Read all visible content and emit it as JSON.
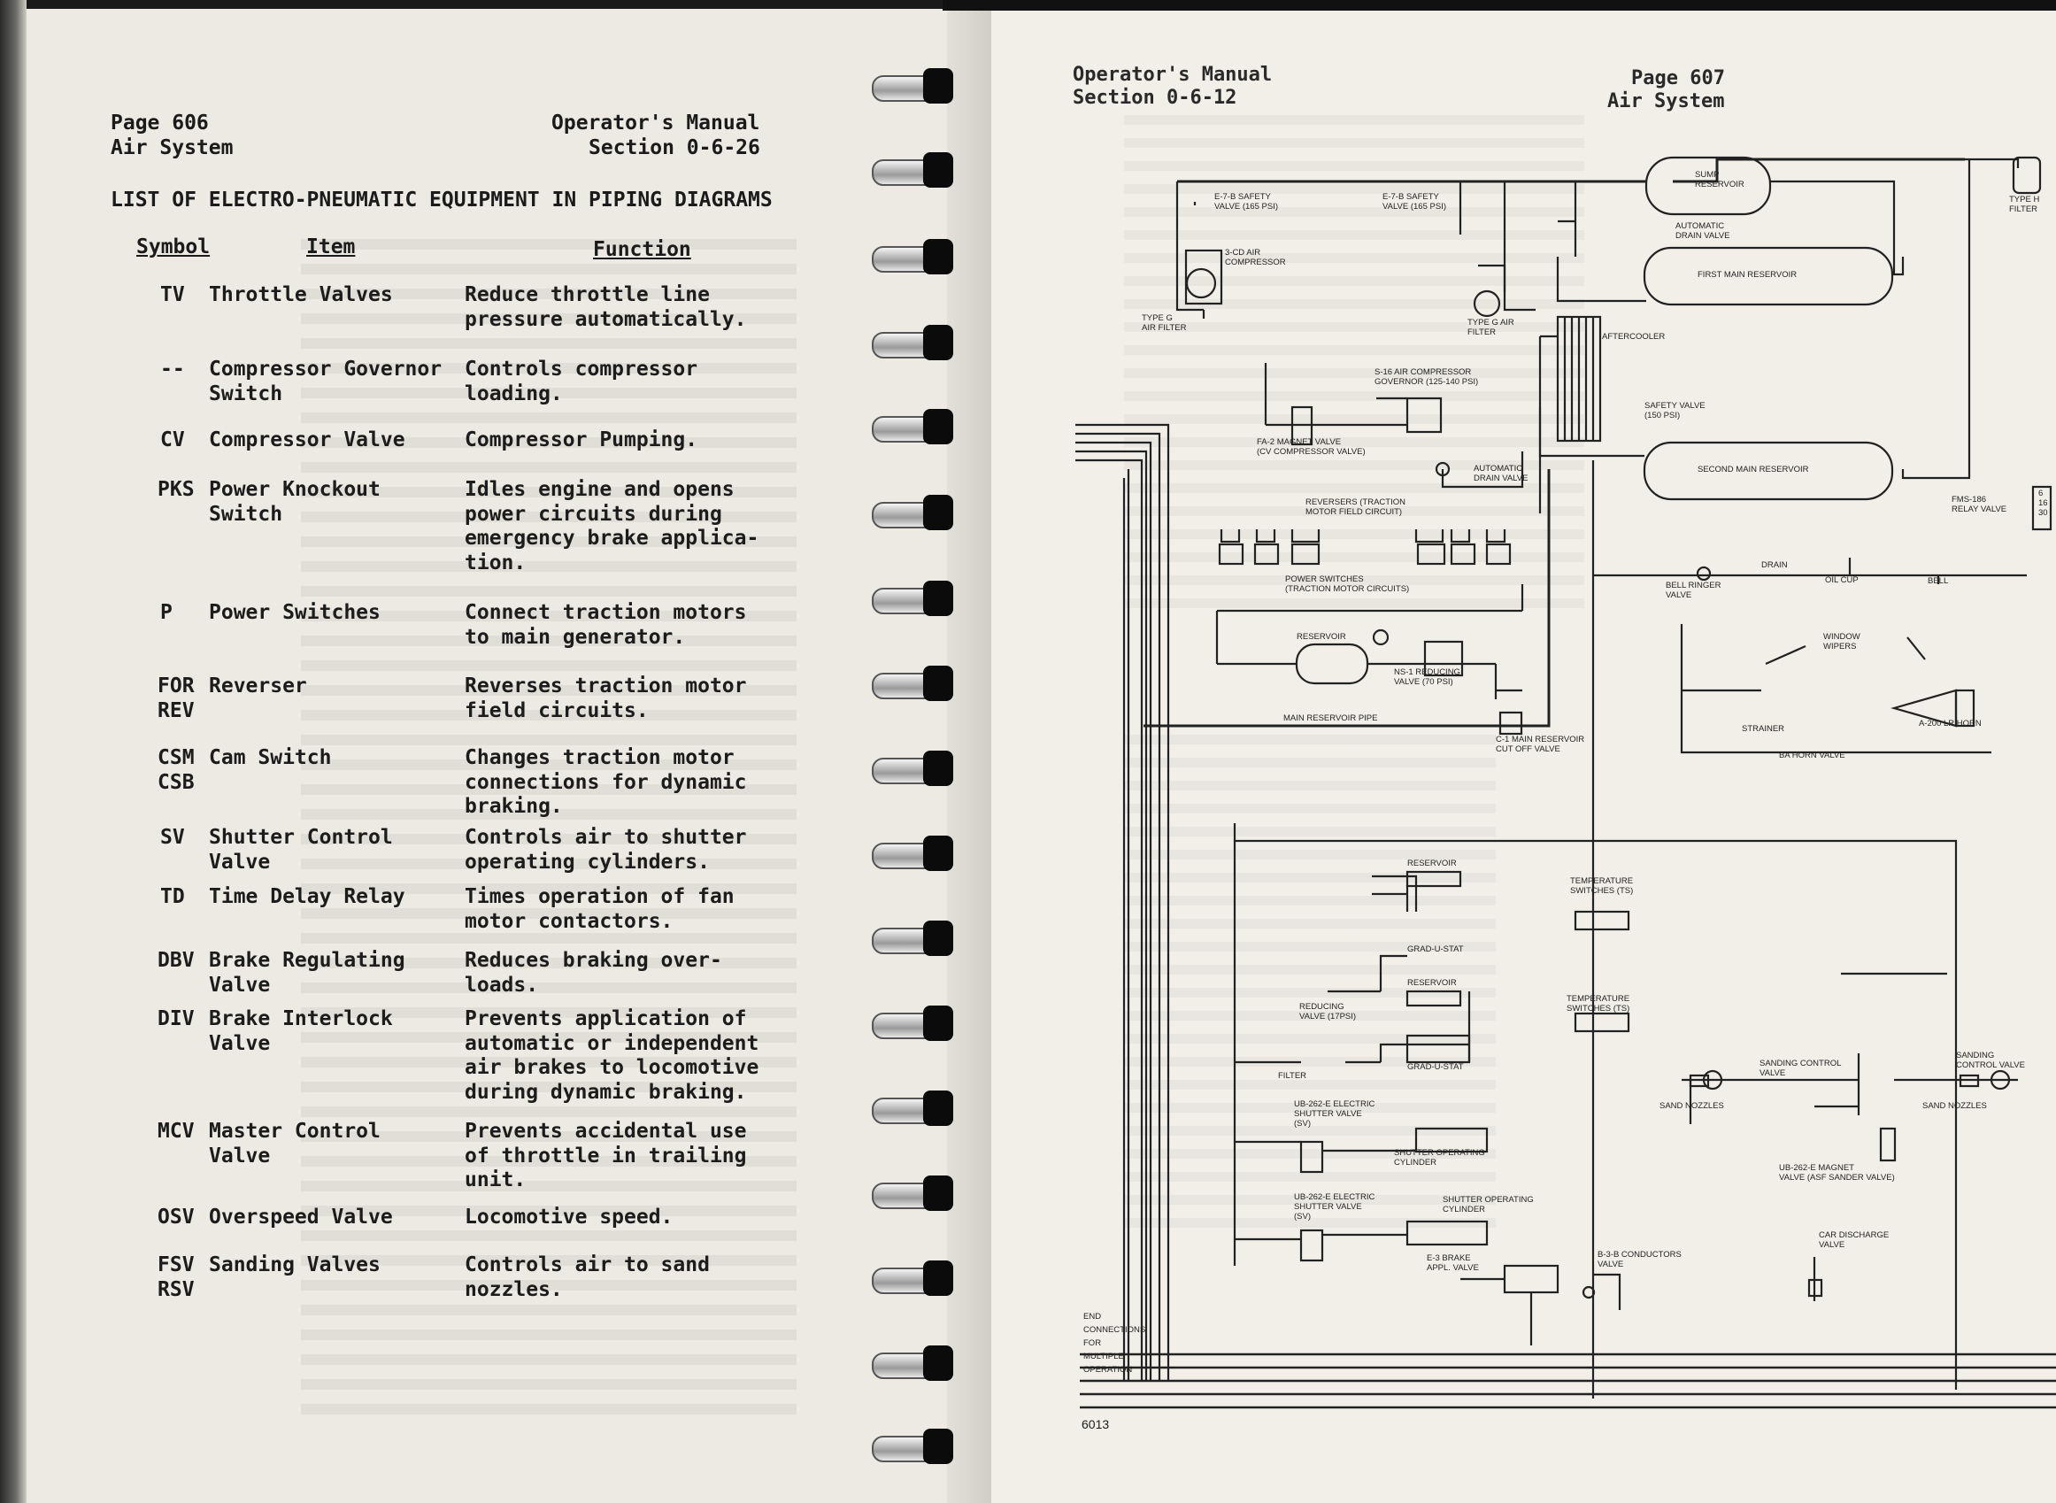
{
  "left_page": {
    "page_label": "Page 606",
    "section_label": "Air System",
    "manual_label": "Operator's Manual",
    "section_number": "Section 0-6-26",
    "list_title": "LIST OF ELECTRO-PNEUMATIC EQUIPMENT IN PIPING DIAGRAMS",
    "col_symbol": "Symbol",
    "col_item": "Item",
    "col_function": "Function",
    "rows": [
      {
        "symbol": "TV",
        "item": "Throttle Valves",
        "func": "Reduce throttle line\npressure automatically."
      },
      {
        "symbol": "--",
        "item": "Compressor Governor\nSwitch",
        "func": "Controls compressor\nloading."
      },
      {
        "symbol": "CV",
        "item": "Compressor Valve",
        "func": "Compressor Pumping."
      },
      {
        "symbol": "PKS",
        "item": "Power Knockout\nSwitch",
        "func": "Idles engine and opens\npower circuits during\nemergency brake applica-\ntion."
      },
      {
        "symbol": "P",
        "item": "Power Switches",
        "func": "Connect traction motors\nto main generator."
      },
      {
        "symbol": "FOR\nREV",
        "item": "Reverser",
        "func": "Reverses traction motor\nfield circuits."
      },
      {
        "symbol": "CSM\nCSB",
        "item": "Cam Switch",
        "func": "Changes traction motor\nconnections for dynamic\nbraking."
      },
      {
        "symbol": "SV",
        "item": "Shutter Control\nValve",
        "func": "Controls air to shutter\noperating cylinders."
      },
      {
        "symbol": "TD",
        "item": "Time Delay Relay",
        "func": "Times operation of fan\nmotor contactors."
      },
      {
        "symbol": "DBV",
        "item": "Brake Regulating\nValve",
        "func": "Reduces braking over-\nloads."
      },
      {
        "symbol": "DIV",
        "item": "Brake Interlock\nValve",
        "func": "Prevents application of\nautomatic or independent\nair brakes to locomotive\nduring dynamic braking."
      },
      {
        "symbol": "MCV",
        "item": "Master Control\nValve",
        "func": "Prevents accidental use\nof throttle in trailing\nunit."
      },
      {
        "symbol": "OSV",
        "item": "Overspeed Valve",
        "func": "Locomotive speed."
      },
      {
        "symbol": "FSV\nRSV",
        "item": "Sanding Valves",
        "func": "Controls air to sand\nnozzles."
      }
    ]
  },
  "right_page": {
    "manual_label": "Operator's Manual",
    "section_number": "Section 0-6-12",
    "page_label": "Page 607",
    "section_label": "Air System",
    "footer_code": "6013",
    "labels": {
      "safety1": "E-7-B SAFETY\nVALVE (165 PSI)",
      "safety2": "E-7-B SAFETY\nVALVE (165 PSI)",
      "compressor": "3-CD AIR\nCOMPRESSOR",
      "filter_left": "TYPE G\nAIR FILTER",
      "filter_right": "TYPE G AIR\nFILTER",
      "sump": "SUMP\nRESERVOIR",
      "auto_drain_top": "AUTOMATIC\nDRAIN VALVE",
      "first_res": "FIRST   MAIN  RESERVOIR",
      "aftercooler": "AFTERCOOLER",
      "governor": "S-16 AIR COMPRESSOR\nGOVERNOR  (125-140 PSI)",
      "safety150": "SAFETY VALVE\n(150 PSI)",
      "magnet_valve": "FA-2  MAGNET VALVE\n(CV COMPRESSOR  VALVE)",
      "auto_drain": "AUTOMATIC\nDRAIN VALVE",
      "second_res": "SECOND  MAIN  RESERVOIR",
      "type_h": "TYPE H\nFILTER",
      "relay": "FMS-186\nRELAY VALVE",
      "relay_nums": "6\n16\n30",
      "reversers": "REVERSERS (TRACTION\nMOTOR FIELD CIRCUIT)",
      "power_switches": "POWER  SWITCHES\n(TRACTION MOTOR CIRCUITS)",
      "drain": "DRAIN",
      "bell_ringer": "BELL RINGER\nVALVE",
      "oil_cup": "OIL CUP",
      "bell": "BELL",
      "reservoir1": "RESERVOIR",
      "ns1": "NS-1 REDUCING\nVALVE (70 PSI)",
      "window_wipers": "WINDOW\nWIPERS",
      "main_res_pipe": "MAIN RESERVOIR PIPE",
      "cutoff": "C-1  MAIN RESERVOIR\nCUT OFF VALVE",
      "strainer": "STRAINER",
      "ba_horn": "BA HORN VALVE",
      "horn": "A-200 LR HORN",
      "reservoir2": "RESERVOIR",
      "temp1": "TEMPERATURE\nSWITCHES (TS)",
      "grad1": "GRAD-U-STAT",
      "reservoir3": "RESERVOIR",
      "reducing": "REDUCING\nVALVE (17PSI)",
      "temp2": "TEMPERATURE\nSWITCHES (TS)",
      "filter": "FILTER",
      "grad2": "GRAD-U-STAT",
      "sanding_ctrl": "SANDING  CONTROL\nVALVE",
      "sanding_ctrl2": "SANDING\nCONTROL VALVE",
      "sand_l": "SAND  NOZZLES",
      "sand_r": "SAND  NOZZLES",
      "ub_shutter1": "UB-262-E  ELECTRIC\nSHUTTER  VALVE\n(SV)",
      "shutter_cyl1": "SHUTTER OPERATING\nCYLINDER",
      "ub_magnet": "UB-262-E  MAGNET\nVALVE (ASF SANDER VALVE)",
      "ub_shutter2": "UB-262-E  ELECTRIC\nSHUTTER  VALVE\n(SV)",
      "shutter_cyl2": "SHUTTER  OPERATING\nCYLINDER",
      "car_discharge": "CAR  DISCHARGE\nVALVE",
      "brake_appl": "E-3  BRAKE\nAPPL. VALVE",
      "conductors": "B-3-B  CONDUCTORS\nVALVE",
      "end1": "END",
      "end2": "CONNECTIONS",
      "end3": "FOR",
      "end4": "MULTIPLE",
      "end5": "OPERATION"
    }
  }
}
